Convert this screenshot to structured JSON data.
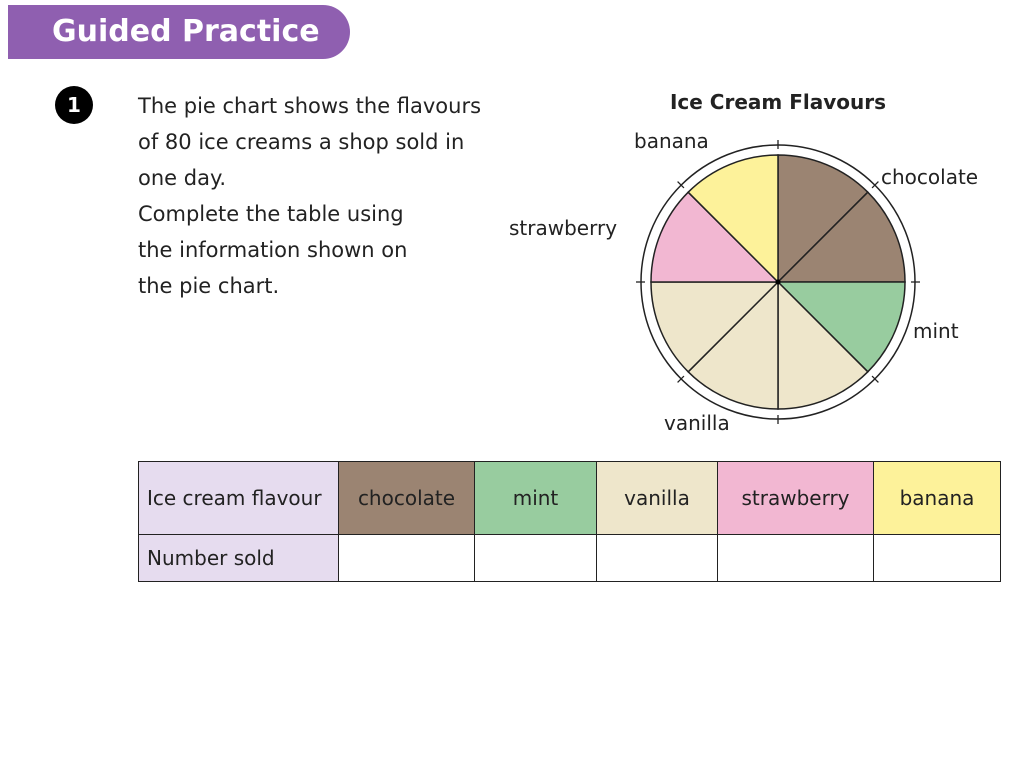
{
  "banner": {
    "title": "Guided Practice",
    "color": "#8f5fb0"
  },
  "question": {
    "number": "1",
    "lines": [
      "The pie chart shows the flavours",
      "of 80 ice creams a shop sold in",
      "one day.",
      "Complete the table using",
      "the information shown on",
      "the pie chart."
    ]
  },
  "chart_data": {
    "type": "pie",
    "title": "Ice Cream Flavours",
    "total": 80,
    "slices": [
      {
        "label": "chocolate",
        "value": 20,
        "color": "#9b8472"
      },
      {
        "label": "mint",
        "value": 10,
        "color": "#98cc9f"
      },
      {
        "label": "vanilla",
        "value": 30,
        "color": "#eee6cb"
      },
      {
        "label": "strawberry",
        "value": 10,
        "color": "#f2b7d2"
      },
      {
        "label": "banana",
        "value": 10,
        "color": "#fdf29a"
      }
    ],
    "divisions": 8
  },
  "table": {
    "row_headers": [
      "Ice cream flavour",
      "Number sold"
    ],
    "flavours": [
      {
        "name": "chocolate",
        "color": "#9b8472"
      },
      {
        "name": "mint",
        "color": "#98cc9f"
      },
      {
        "name": "vanilla",
        "color": "#eee6cb"
      },
      {
        "name": "strawberry",
        "color": "#f2b7d2"
      },
      {
        "name": "banana",
        "color": "#fdf29a"
      }
    ],
    "number_sold": [
      "",
      "",
      "",
      "",
      ""
    ]
  }
}
